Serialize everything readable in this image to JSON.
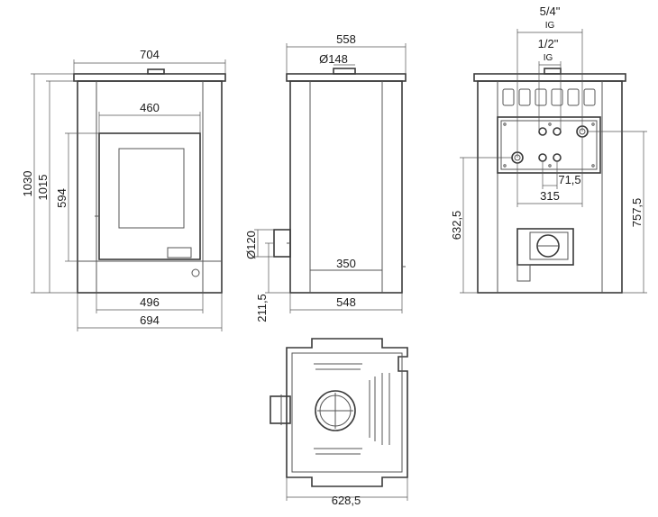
{
  "front_view": {
    "overall_width": "704",
    "door_width": "460",
    "door_height": "594",
    "height_total": "1030",
    "height_inner": "1015",
    "base_inner": "496",
    "base_outer": "694"
  },
  "side_view": {
    "overall_depth": "558",
    "flue_diameter": "Ø148",
    "air_inlet_diameter": "Ø120",
    "inner_depth": "350",
    "base_depth": "548",
    "inlet_height": "211,5"
  },
  "rear_view": {
    "pipe_large": "5/4\"",
    "pipe_large_thread": "IG",
    "pipe_small": "1/2\"",
    "pipe_small_thread": "IG",
    "spacing_small": "71,5",
    "spacing_wide": "315",
    "height_left": "632,5",
    "height_right": "757,5"
  },
  "top_view": {
    "width": "628,5"
  }
}
